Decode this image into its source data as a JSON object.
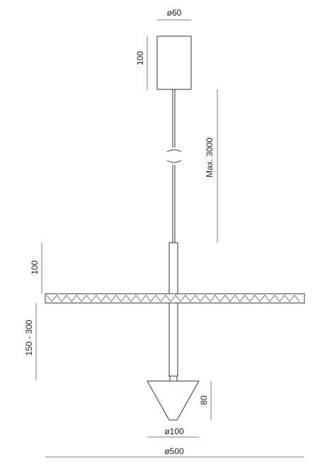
{
  "dimensions": {
    "canopy_diameter": "ø60",
    "canopy_height": "100",
    "cable_length": "Max. 3000",
    "upper_rod_height": "100",
    "lower_span": "150 - 300",
    "shade_height": "80",
    "shade_diameter": "ø100",
    "disc_diameter": "ø500"
  },
  "colors": {
    "line": "#333333",
    "text": "#222222",
    "background": "#ffffff"
  }
}
